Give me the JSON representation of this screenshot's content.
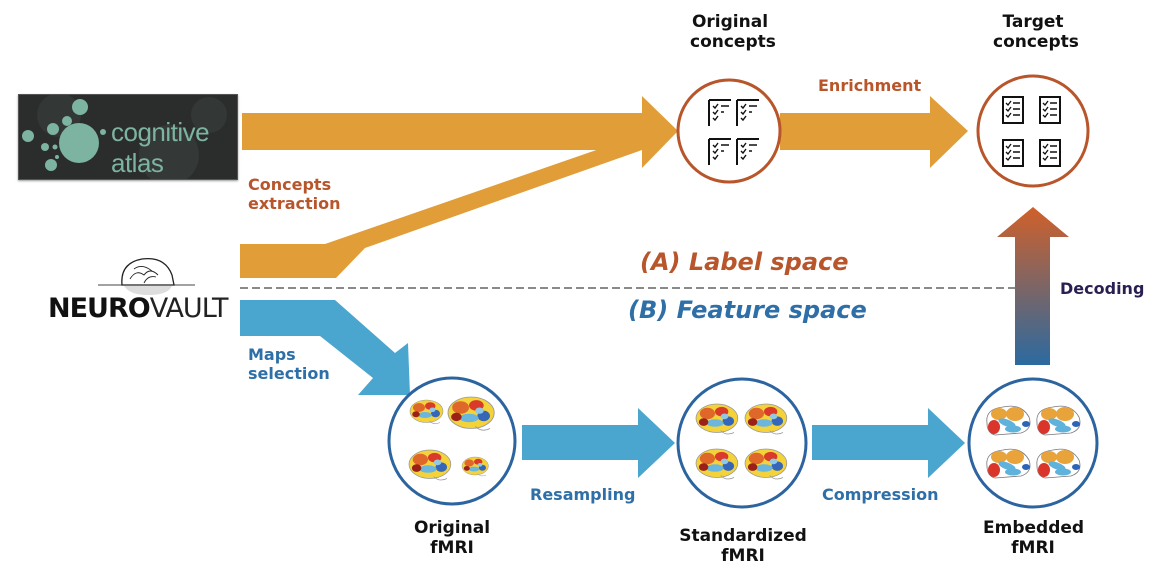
{
  "colors": {
    "orange_arrow": "#e09d38",
    "orange_text": "#b8552a",
    "orange_circle": "#b8552a",
    "blue_arrow": "#4aa6cf",
    "blue_text": "#2e6fa7",
    "blue_circle": "#2c64a0",
    "divider": "#8a8a8a",
    "decoding_top": "#d0602a",
    "decoding_bottom": "#2b6aa0",
    "decoding_text": "#2b1f52"
  },
  "sources": {
    "cognitive_atlas": {
      "label": "cognitive atlas",
      "icon": "cognitive-atlas-logo"
    },
    "neurovault": {
      "label_bold": "NEURO",
      "label_light": "VAULT",
      "icon": "neurovault-logo"
    }
  },
  "spaces": {
    "label_space": "(A) Label space",
    "feature_space": "(B) Feature space"
  },
  "nodes": {
    "original_concepts": {
      "title_line1": "Original",
      "title_line2": "concepts",
      "icon": "checklist-icon"
    },
    "target_concepts": {
      "title_line1": "Target",
      "title_line2": "concepts",
      "icon": "checklist-box-icon"
    },
    "original_fmri": {
      "title_line1": "Original",
      "title_line2": "fMRI",
      "icon": "brain-map-icon"
    },
    "standardized_fmri": {
      "title_line1": "Standardized",
      "title_line2": "fMRI",
      "icon": "brain-map-icon"
    },
    "embedded_fmri": {
      "title_line1": "Embedded",
      "title_line2": "fMRI",
      "icon": "brain-parcel-icon"
    }
  },
  "edges": {
    "concepts_extraction": {
      "line1": "Concepts",
      "line2": "extraction"
    },
    "enrichment": "Enrichment",
    "maps_selection": {
      "line1": "Maps",
      "line2": "selection"
    },
    "resampling": "Resampling",
    "compression": "Compression",
    "decoding": "Decoding"
  }
}
